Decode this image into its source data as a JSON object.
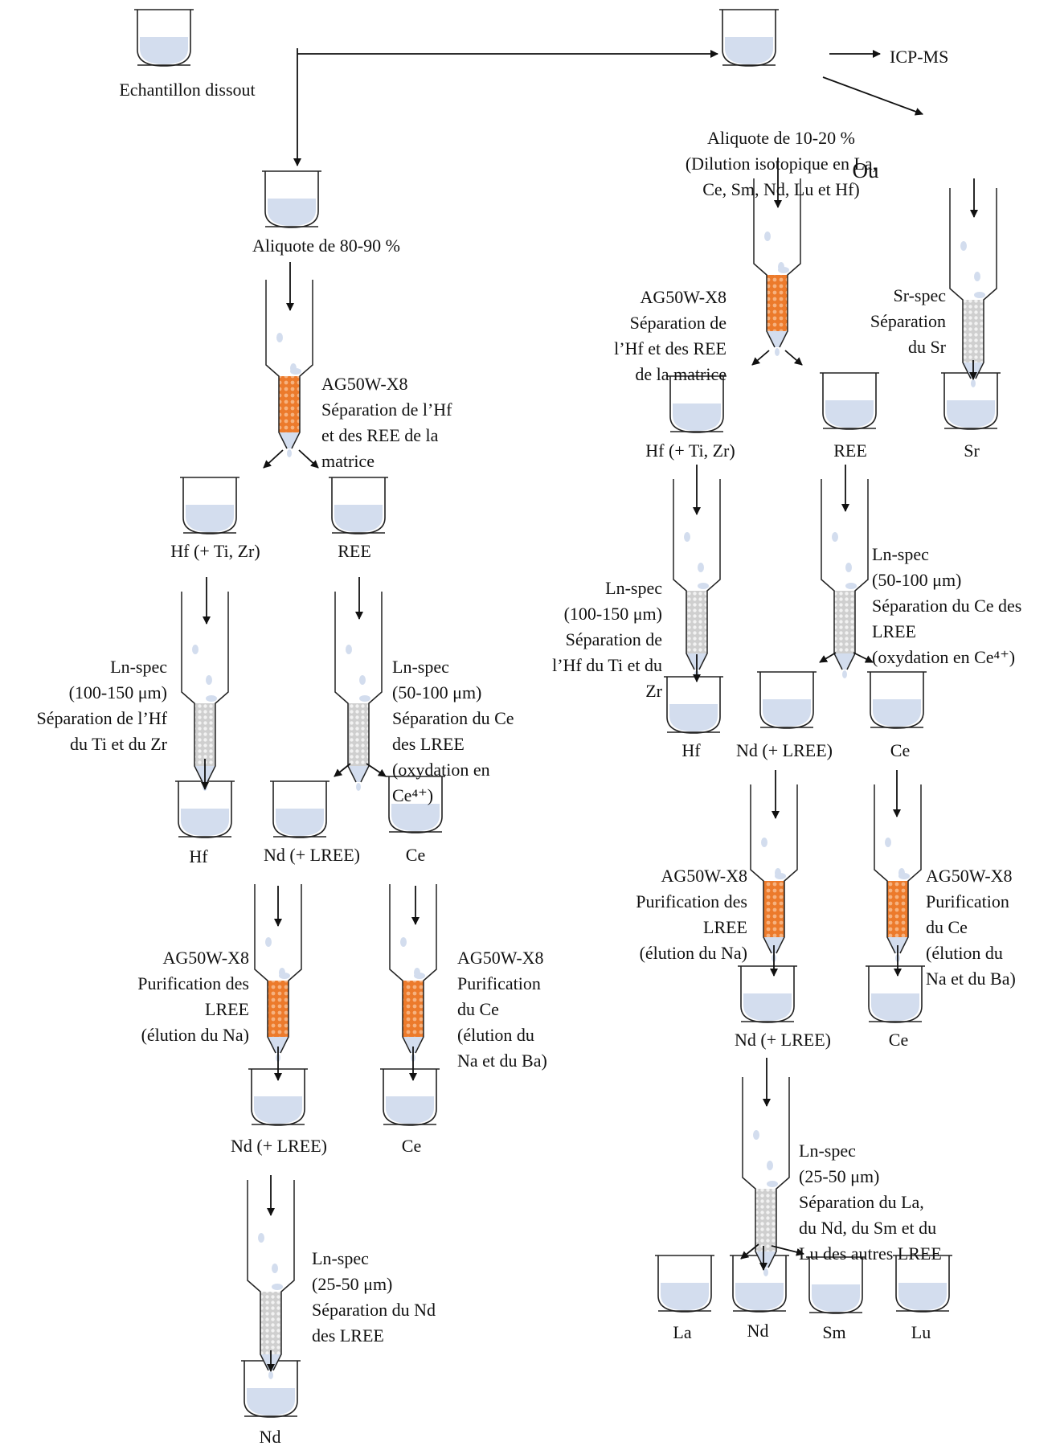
{
  "colors": {
    "liquid": "#d3ddee",
    "resin_orange": "#ec7a2b",
    "resin_grey": "#d8d8d8",
    "outline": "#222222"
  },
  "labels": {
    "sample": "Echantillon dissout",
    "aliquot_left": "Aliquote de 80-90 %",
    "aliquot_right": [
      "Aliquote de 10-20 %",
      "(Dilution isotopique en La,",
      "Ce, Sm, Nd, Lu et Hf)"
    ],
    "icpms": "ICP-MS",
    "ou": "Ou",
    "sr": "Sr",
    "hf_tizr": "Hf (+ Ti, Zr)",
    "ree": "REE",
    "hf": "Hf",
    "nd_lree": "Nd (+ LREE)",
    "ce": "Ce",
    "nd": "Nd",
    "la": "La",
    "sm": "Sm",
    "lu": "Lu"
  },
  "steps": {
    "left_ag50_1": [
      "AG50W-X8",
      "Séparation de l’Hf",
      "et des REE de la",
      "matrice"
    ],
    "left_ln_hf": [
      "Ln-spec",
      "(100-150 μm)",
      "Séparation de l’Hf",
      "du Ti et du Zr"
    ],
    "left_ln_ce": [
      "Ln-spec",
      "(50-100 μm)",
      "Séparation du Ce",
      "des LREE",
      "(oxydation en",
      "Ce⁴⁺)"
    ],
    "left_ag50_lree": [
      "AG50W-X8",
      "Purification des",
      "LREE",
      "(élution du Na)"
    ],
    "left_ag50_ce": [
      "AG50W-X8",
      "Purification",
      "du Ce",
      "(élution du",
      "Na et du Ba)"
    ],
    "left_ln_nd": [
      "Ln-spec",
      "(25-50 μm)",
      "Séparation du Nd",
      "des LREE"
    ],
    "right_ag50_1": [
      "AG50W-X8",
      "Séparation de",
      "l’Hf et des REE",
      "de la matrice"
    ],
    "right_sr": [
      "Sr-spec",
      "Séparation",
      "du Sr"
    ],
    "right_ln_hf": [
      "Ln-spec",
      "(100-150 μm)",
      "Séparation de",
      "l’Hf du Ti et du",
      "Zr"
    ],
    "right_ln_ce": [
      "Ln-spec",
      "(50-100 μm)",
      "Séparation du Ce des",
      "LREE",
      "(oxydation en Ce⁴⁺)"
    ],
    "right_ag50_lree": [
      "AG50W-X8",
      "Purification des",
      "LREE",
      "(élution du Na)"
    ],
    "right_ag50_ce": [
      "AG50W-X8",
      "Purification",
      "du Ce",
      "(élution du",
      "Na et du Ba)"
    ],
    "right_ln_final": [
      "Ln-spec",
      "(25-50 μm)",
      "Séparation du La,",
      "du Nd, du Sm et du",
      "Lu des autres LREE"
    ]
  }
}
